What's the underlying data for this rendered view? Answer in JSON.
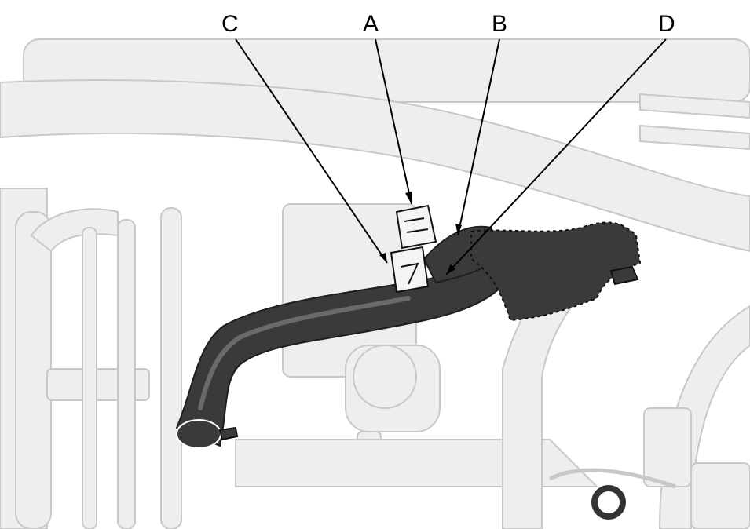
{
  "colors": {
    "background": "#ffffff",
    "engine_ghost_fill": "#eeeeee",
    "engine_ghost_stroke": "#c8c8c8",
    "hose_dark": "#3a3a3a",
    "hose_highlight": "#6a6a6a",
    "clamp_fill": "#f4f4f4",
    "leader_line": "#000000"
  },
  "callouts": [
    {
      "id": "C",
      "label": "C"
    },
    {
      "id": "A",
      "label": "A"
    },
    {
      "id": "B",
      "label": "B"
    },
    {
      "id": "D",
      "label": "D"
    }
  ]
}
